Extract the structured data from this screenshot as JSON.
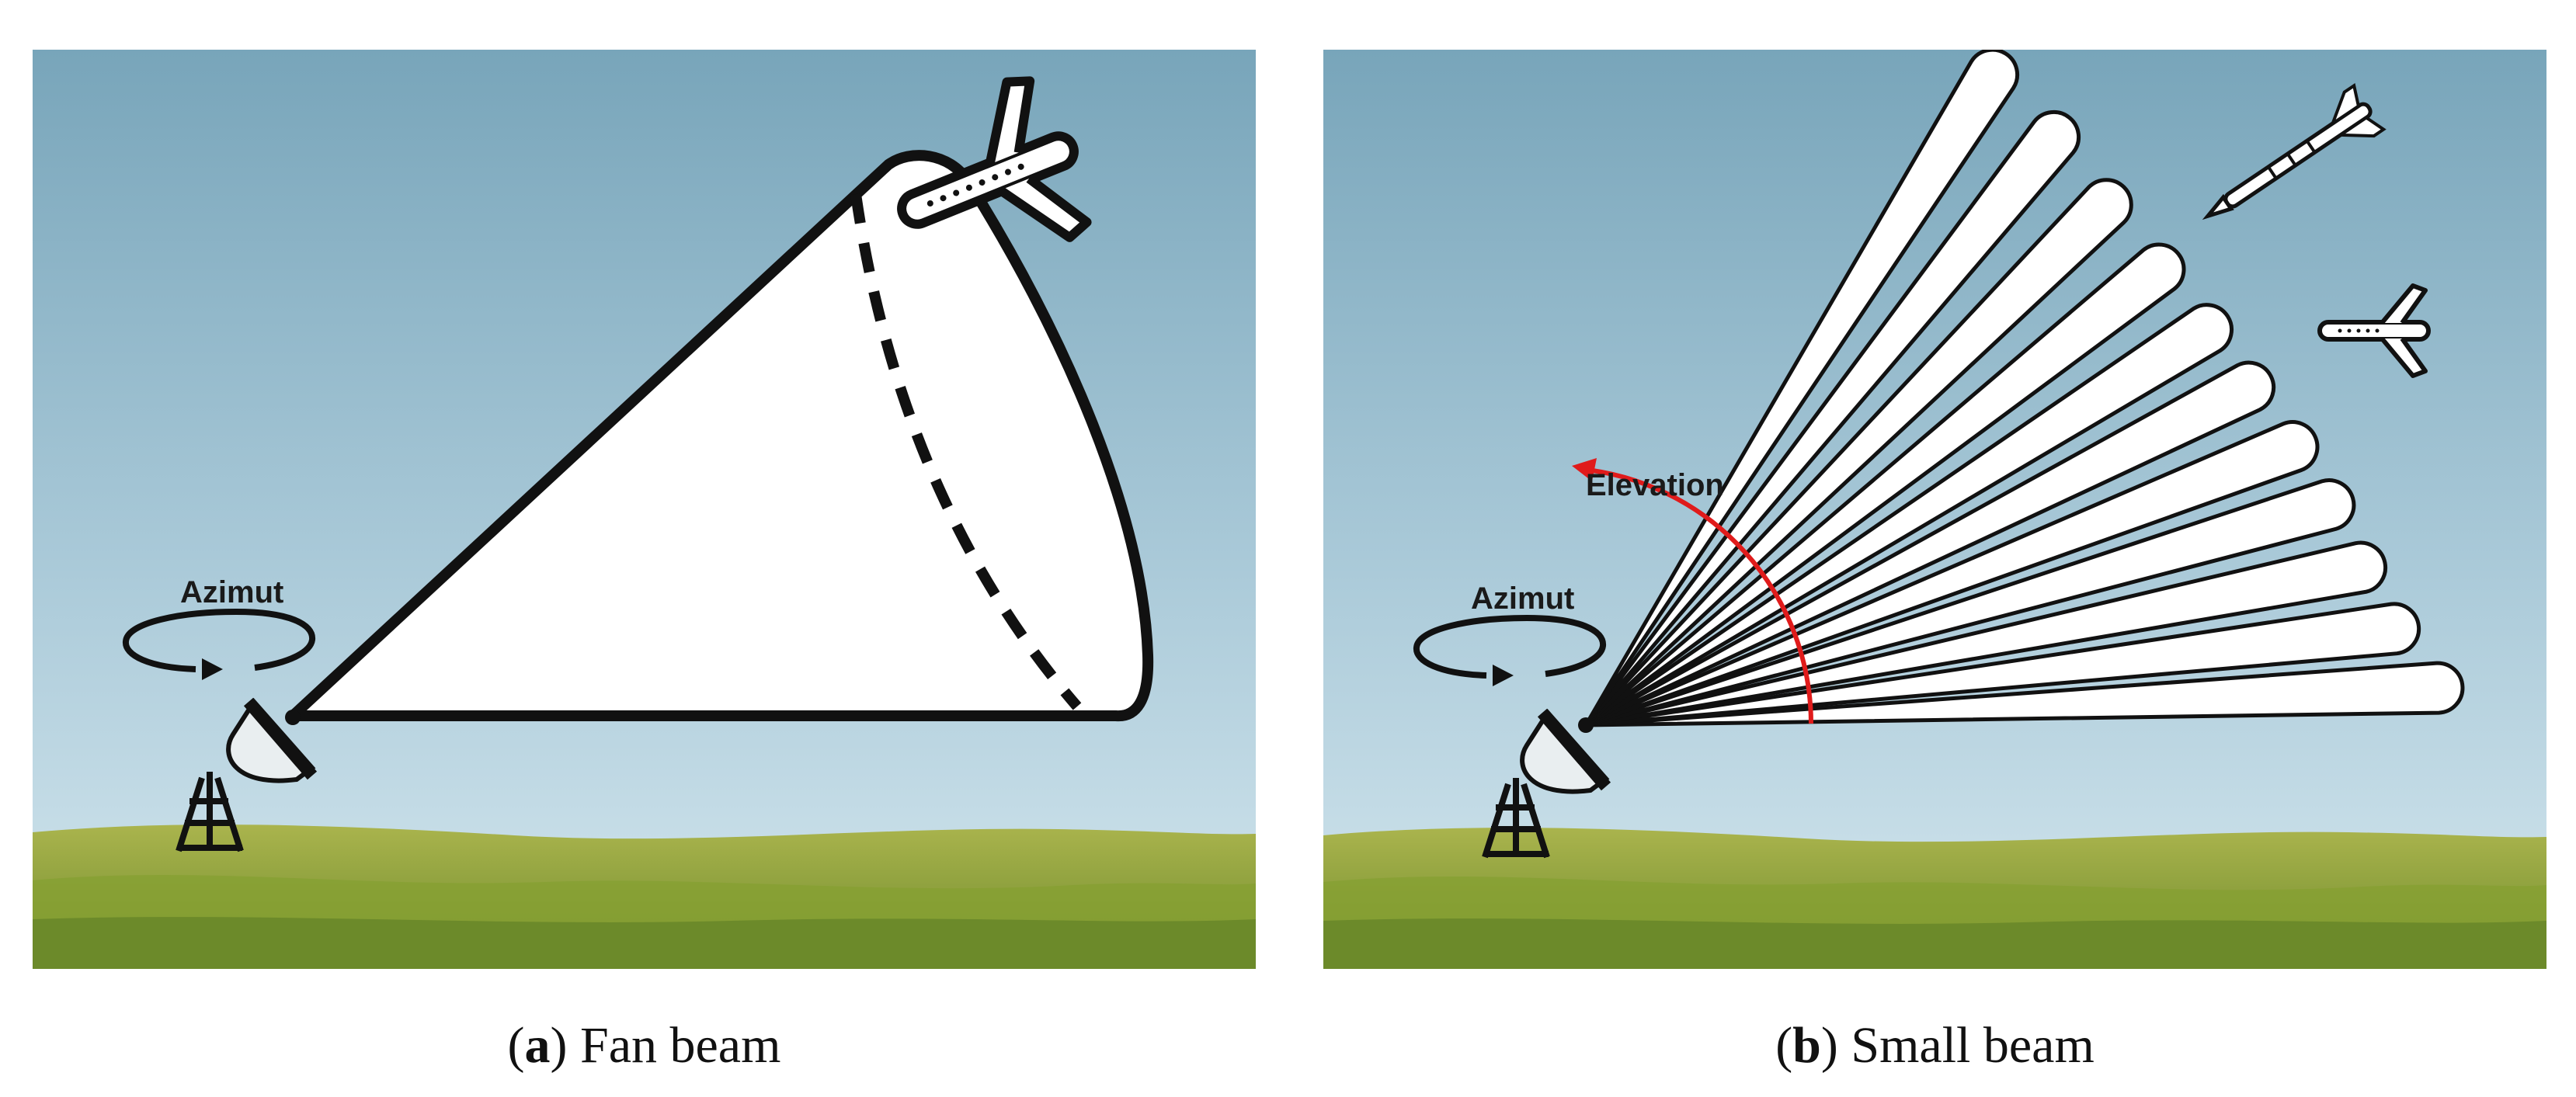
{
  "panels": [
    {
      "letter": "a",
      "caption": "Fan beam",
      "rotation_label": "Azimut"
    },
    {
      "letter": "b",
      "caption": "Small beam",
      "rotation_label": "Azimut",
      "angle_label": "Elevation"
    }
  ],
  "colors": {
    "sky_top": "#7aa7bb",
    "sky_bottom": "#cfe3ec",
    "grass_light": "#a9b24a",
    "grass_dark": "#6f8a2e",
    "elevation_arrow": "#e01b1b",
    "beam_fill": "#ffffff",
    "outline": "#111111"
  },
  "icons": [
    "radar-dish-icon",
    "rotation-arrow-icon",
    "airplane-icon",
    "missile-icon"
  ]
}
